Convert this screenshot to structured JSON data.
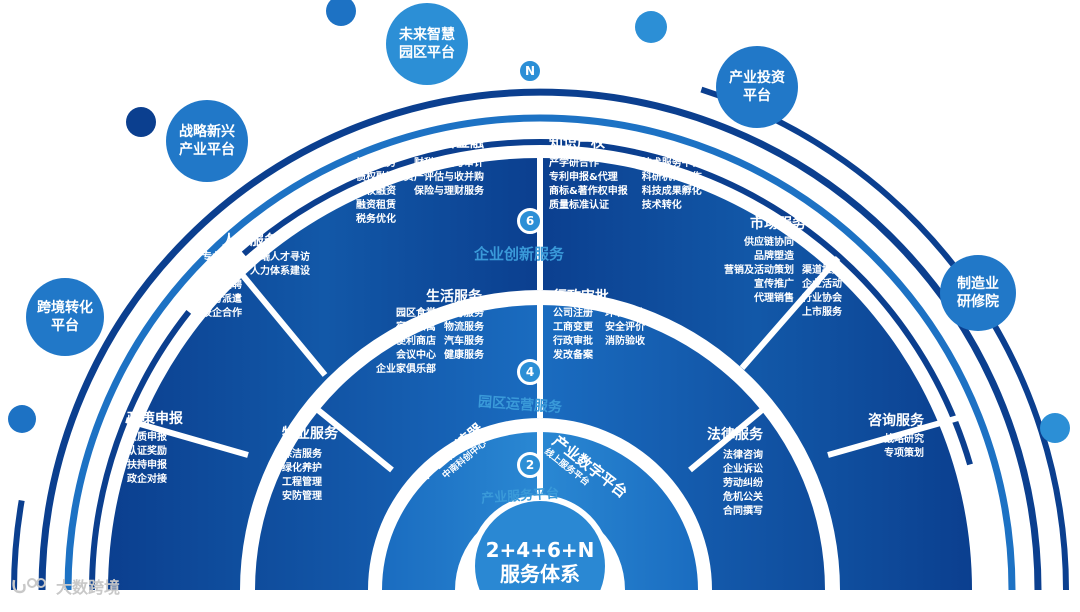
{
  "core": {
    "line1": "2+4+6+N",
    "line2": "服务体系"
  },
  "colors": {
    "dark_blue": "#0b3f8f",
    "mid_blue": "#1565b8",
    "light_blue": "#2c8fd6",
    "ring_label": "#3a9ad9"
  },
  "ring2": {
    "badge": "2",
    "label": "产业服务平台",
    "segments": [
      {
        "title": "产业加速器",
        "sub": "中南科创中心"
      },
      {
        "title": "产业数字平台",
        "sub": "线上服务平台"
      }
    ]
  },
  "ring4": {
    "badge": "4",
    "label": "园区运营服务",
    "segments": [
      {
        "title": "物业服务",
        "items": [
          "保洁服务",
          "绿化养护",
          "工程管理",
          "安防管理"
        ]
      },
      {
        "title": "生活服务",
        "items_left": [
          "园区食堂",
          "宿舍公寓",
          "便利商店",
          "会议中心",
          "企业家俱乐部"
        ],
        "items_right": [
          "教育服务",
          "物流服务",
          "汽车服务",
          "健康服务"
        ]
      },
      {
        "title": "行政审批",
        "items_left": [
          "公司注册",
          "工商变更",
          "行政审批",
          "发改备案"
        ],
        "items_right": [
          "环境评价",
          "安全评价",
          "消防验收"
        ]
      },
      {
        "title": "法律服务",
        "items": [
          "法律咨询",
          "企业诉讼",
          "劳动纠纷",
          "危机公关",
          "合同撰写"
        ]
      }
    ]
  },
  "ring6": {
    "badge": "6",
    "label": "企业创新服务",
    "segments": [
      {
        "title": "政策申报",
        "items": [
          "资质申报",
          "认证奖励",
          "扶持申报",
          "政企对接"
        ]
      },
      {
        "title": "人才服务",
        "items_left": [
          "专业培训",
          "社保代理",
          "专场招聘",
          "劳务派遣",
          "校企合作"
        ],
        "items_right": [
          "高端人才寻访",
          "人力体系建设"
        ]
      },
      {
        "title": "综合金融",
        "items_left": [
          "投资服务",
          "债权融资",
          "股权融资",
          "融资租赁",
          "税务优化"
        ],
        "items_right": [
          "财税代理与审计",
          "资产评估与收并购",
          "保险与理财服务"
        ]
      },
      {
        "title": "知识产权",
        "items_left": [
          "产学研合作",
          "专利申报&代理",
          "商标&著作权申报",
          "质量标准认证"
        ],
        "items_right": [
          "技术服务平台",
          "科研机构合作",
          "科技成果孵化",
          "技术转化"
        ]
      },
      {
        "title": "市场服务",
        "items_left": [
          "供应链协同",
          "品牌塑造",
          "营销及活动策划",
          "宣传推广",
          "代理销售"
        ],
        "items_right": [
          "渠道推广",
          "企业活动",
          "行业协会",
          "上市服务"
        ]
      },
      {
        "title": "咨询服务",
        "items": [
          "战略研究",
          "专项策划"
        ]
      }
    ]
  },
  "ringN": {
    "badge": "N",
    "platforms": [
      "跨境转化平台",
      "战略新兴产业平台",
      "未来智慧园区平台",
      "产业投资平台",
      "制造业研修院"
    ],
    "platform_lines": [
      [
        "跨境转化",
        "平台"
      ],
      [
        "战略新兴",
        "产业平台"
      ],
      [
        "未来智慧",
        "园区平台"
      ],
      [
        "产业投资",
        "平台"
      ],
      [
        "制造业",
        "研修院"
      ]
    ]
  },
  "watermark": {
    "text": "大数跨境",
    "icon": "logo-icon"
  }
}
